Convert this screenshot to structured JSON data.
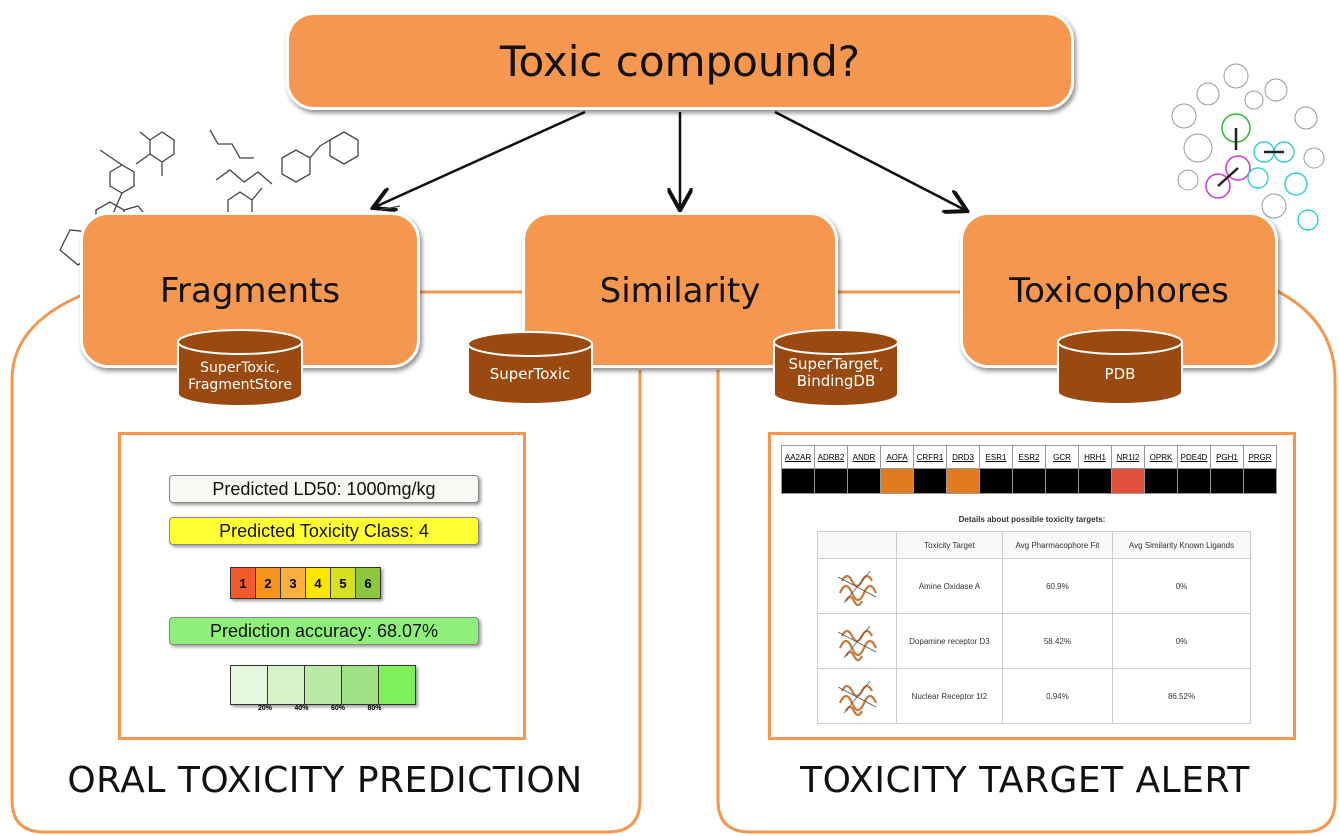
{
  "top_box": "Toxic compound?",
  "methods": {
    "fragments": "Fragments",
    "similarity": "Similarity",
    "toxicophores": "Toxicophores"
  },
  "databases": {
    "fragments_db": [
      "SuperToxic,",
      "FragmentStore"
    ],
    "similarity_db": "SuperToxic",
    "target_db": [
      "SuperTarget,",
      "BindingDB"
    ],
    "pdb": "PDB"
  },
  "oral": {
    "caption": "ORAL TOXICITY PREDICTION",
    "ld50": "Predicted LD50: 1000mg/kg",
    "toxclass": "Predicted Toxicity Class: 4",
    "classes": [
      "1",
      "2",
      "3",
      "4",
      "5",
      "6"
    ],
    "class_colors": [
      "#f15a2b",
      "#f7941d",
      "#fbb040",
      "#ffe600",
      "#d7e021",
      "#8dc63f"
    ],
    "accuracy": "Prediction accuracy: 68.07%",
    "accuracy_value": 68.07,
    "accuracy_cells": [
      "#e5f7dc",
      "#d5f2c8",
      "#bbeaa6",
      "#9fe185",
      "#7ef05a"
    ],
    "ticks": [
      "20%",
      "40%",
      "60%",
      "80%"
    ]
  },
  "target": {
    "caption": "TOXICITY TARGET ALERT",
    "targets": [
      "AA2AR",
      "ADRB2",
      "ANDR",
      "AOFA",
      "CRFR1",
      "DRD3",
      "ESR1",
      "ESR2",
      "GCR",
      "HRH1",
      "NR1I2",
      "OPRK",
      "PDE4D",
      "PGH1",
      "PRGR"
    ],
    "heat_colors": [
      "#000000",
      "#000000",
      "#000000",
      "#e07b22",
      "#000000",
      "#e07b22",
      "#000000",
      "#000000",
      "#000000",
      "#000000",
      "#e0503c",
      "#000000",
      "#000000",
      "#000000",
      "#000000"
    ],
    "details_title": "Details about possible toxicity targets:",
    "columns": [
      "",
      "Toxicity Target",
      "Avg Pharmacophore Fit",
      "Avg Similarity Known Ligands"
    ],
    "rows": [
      {
        "name": "Amine Oxidase A",
        "fit": "60.9%",
        "sim": "0%"
      },
      {
        "name": "Dopamine receptor D3",
        "fit": "58.42%",
        "sim": "0%"
      },
      {
        "name": "Nuclear Receptor 1I2",
        "fit": "0.94%",
        "sim": "86.52%"
      }
    ]
  },
  "colors": {
    "accent": "#f5974f",
    "db_brown": "#9a4a10"
  }
}
